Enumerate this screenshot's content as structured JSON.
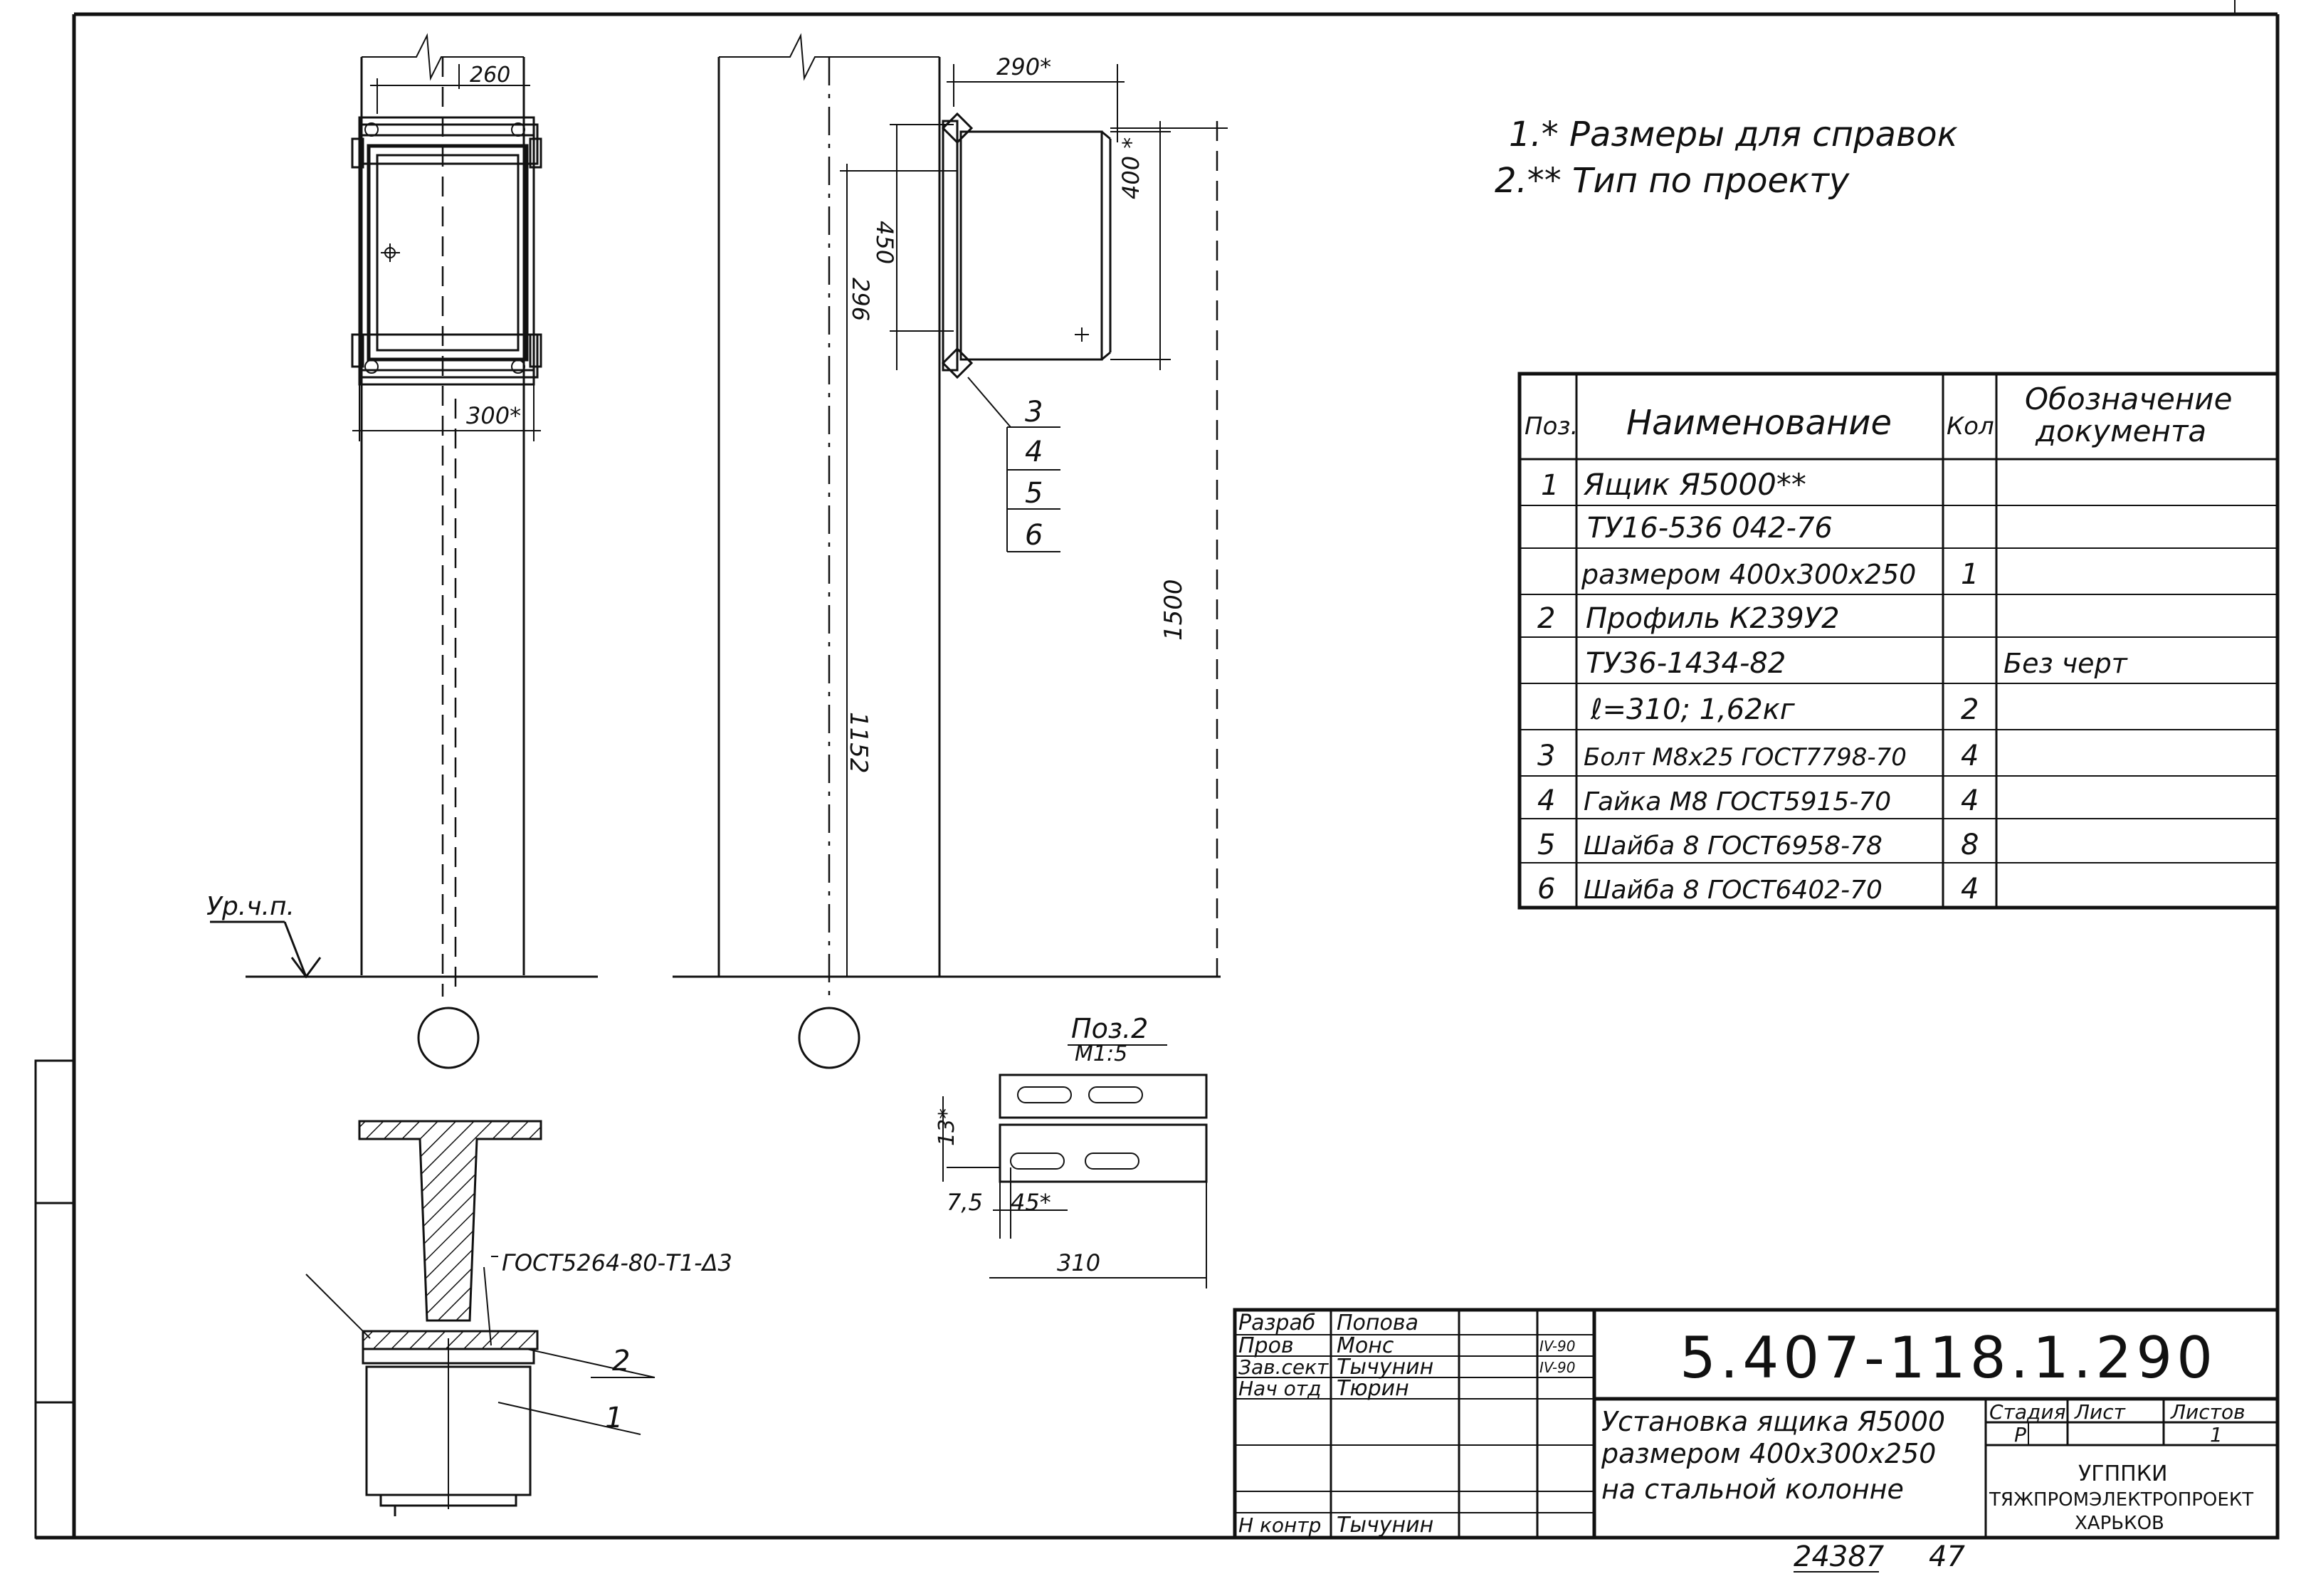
{
  "notes": [
    "1.* Размеры для справок",
    "2.** Тип по проекту"
  ],
  "dims_front": {
    "top_width": "260",
    "bottom_width": "300*"
  },
  "dims_side": {
    "top_width": "290*",
    "d_296": "296",
    "d_450": "450",
    "d_400": "400 *",
    "d_1152": "1152",
    "d_1500": "1500"
  },
  "callouts_side": [
    "3",
    "4",
    "5",
    "6"
  ],
  "level_label": "Ур.ч.п.",
  "section": {
    "weld_label": "ГОСТ5264-80-Т1-Δ3",
    "pos2": "2",
    "pos1": "1"
  },
  "detail": {
    "title": "Поз.2",
    "scale": "М1:5",
    "d_13": "13*",
    "d_7_5": "7,5",
    "d_45": "45*",
    "d_310": "310"
  },
  "spec_table": {
    "headers": {
      "pos": "Поз.",
      "name": "Наименование",
      "qty": "Кол",
      "doc_line1": "Обозначение",
      "doc_line2": "документа"
    },
    "rows": [
      {
        "pos": "1",
        "name": "Ящик Я5000**",
        "qty": "",
        "doc": ""
      },
      {
        "pos": "",
        "name": "ТУ16-536 042-76",
        "qty": "",
        "doc": ""
      },
      {
        "pos": "",
        "name": "размером 400x300x250",
        "qty": "1",
        "doc": ""
      },
      {
        "pos": "2",
        "name": "Профиль К239У2",
        "qty": "",
        "doc": ""
      },
      {
        "pos": "",
        "name": "ТУ36-1434-82",
        "qty": "",
        "doc": "Без черт"
      },
      {
        "pos": "",
        "name": "ℓ=310; 1,62кг",
        "qty": "2",
        "doc": ""
      },
      {
        "pos": "3",
        "name": "Болт М8x25 ГОСТ7798-70",
        "qty": "4",
        "doc": ""
      },
      {
        "pos": "4",
        "name": "Гайка М8 ГОСТ5915-70",
        "qty": "4",
        "doc": ""
      },
      {
        "pos": "5",
        "name": "Шайба 8 ГОСТ6958-78",
        "qty": "8",
        "doc": ""
      },
      {
        "pos": "6",
        "name": "Шайба 8 ГОСТ6402-70",
        "qty": "4",
        "doc": ""
      }
    ]
  },
  "title_block": {
    "signers": [
      {
        "role": "Разраб",
        "name": "Попова",
        "date": ""
      },
      {
        "role": "Пров",
        "name": "Монс",
        "date": "IV-90"
      },
      {
        "role": "Зав.сект",
        "name": "Тычунин",
        "date": "IV-90"
      },
      {
        "role": "Нач отд",
        "name": "Тюрин",
        "date": ""
      },
      {
        "role": "Н контр",
        "name": "Тычунин",
        "date": ""
      }
    ],
    "code": "5.407-118.1.290",
    "title_lines": [
      "Установка ящика Я5000",
      "размером 400x300x250",
      "на стальной колонне"
    ],
    "stage_label": "Стадия",
    "sheet_label": "Лист",
    "sheets_label": "Листов",
    "stage": "Р",
    "sheet": "",
    "sheets": "1",
    "org_lines": [
      "УГППКИ",
      "ТЯЖПРОМЭЛЕКТРОПРОЕКТ",
      "ХАРЬКОВ"
    ]
  },
  "inventory": {
    "number": "24387",
    "page": "47"
  }
}
